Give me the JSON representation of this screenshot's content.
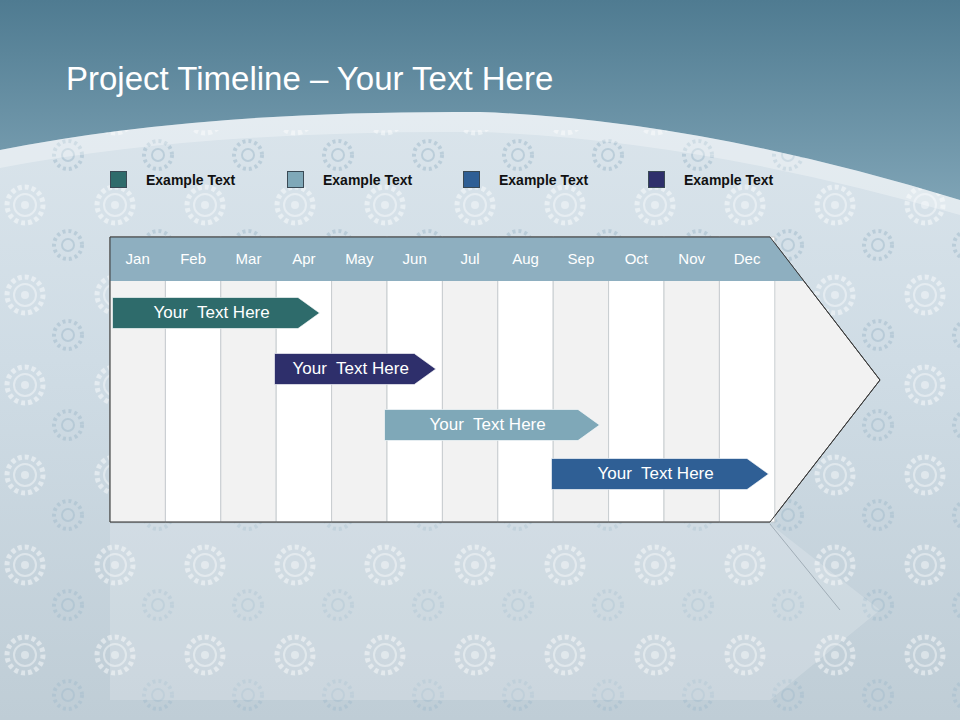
{
  "diagram": {
    "title": "Project Timeline – Your Text Here",
    "nodes": [
      {
        "text": [
          "Your  Text Here"
        ]
      },
      {
        "text": [
          "Your  Text Here"
        ]
      },
      {
        "text": [
          "Your  Text Here"
        ]
      },
      {
        "text": [
          "Your  Text Here"
        ]
      }
    ],
    "labels": [
      "Jan",
      "Feb",
      "Mar",
      "Apr",
      "May",
      "Jun",
      "Jul",
      "Aug",
      "Sep",
      "Oct",
      "Nov",
      "Dec"
    ],
    "legend": [
      {
        "text": "Example Text",
        "color": "#2e6b6b"
      },
      {
        "text": "Example Text",
        "color": "#7fa8b8"
      },
      {
        "text": "Example Text",
        "color": "#2f5f95"
      },
      {
        "text": "Example Text",
        "color": "#2e2f6b"
      }
    ]
  }
}
